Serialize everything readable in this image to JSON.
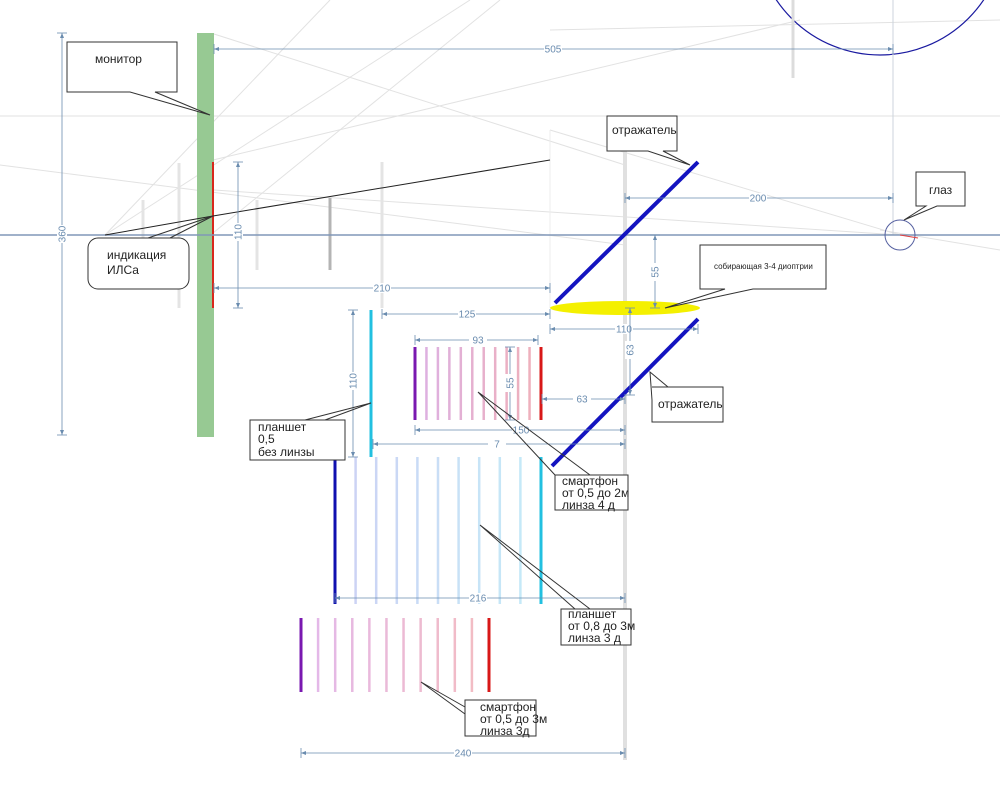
{
  "labels": {
    "monitor": "монитор",
    "indication_line1": "индикация",
    "indication_line2": "ИЛСа",
    "reflector_top": "отражатель",
    "reflector_bottom": "отражатель",
    "eye": "глаз",
    "lens": "собирающая 3-4 диоптрии",
    "tablet_05": [
      "планшет",
      "0,5",
      "без линзы"
    ],
    "smartphone_2m": [
      "смартфон",
      "от 0,5 до 2м",
      "линза  4 д"
    ],
    "tablet_3m": [
      "планшет",
      "от 0,8 до 3м",
      "линза 3 д"
    ],
    "smartphone_3m": [
      "смартфон",
      "от 0,5 до 3м",
      "линза 3д"
    ]
  },
  "dimensions": {
    "monitor_height": "360",
    "monitor_to_eye": "505",
    "indicator_height": "110",
    "indicator_to_lens": "210",
    "reflector_to_eye": "200",
    "axis_to_lens": "55",
    "lens_width": "110",
    "tablet_to_lens": "125",
    "lens_to_reflector": "63",
    "tablet_height": "110",
    "phone1_width": "93",
    "phone1_height": "55",
    "phone1_to_axis": "63",
    "phone1_span": "150",
    "tablet_span": "7",
    "tablet2_span": "216",
    "phone2_span": "240"
  },
  "colors": {
    "monitor": "#97c993",
    "indicator": "#d8281c",
    "reflector": "#1414c0",
    "lens": "#f4f000",
    "tablet": "#22c0e0",
    "tablet_dark": "#1010b0",
    "phone_start": "#7a18b0",
    "phone_end": "#d81818",
    "dimension": "#6a8caf",
    "axis": "#8097b8"
  }
}
